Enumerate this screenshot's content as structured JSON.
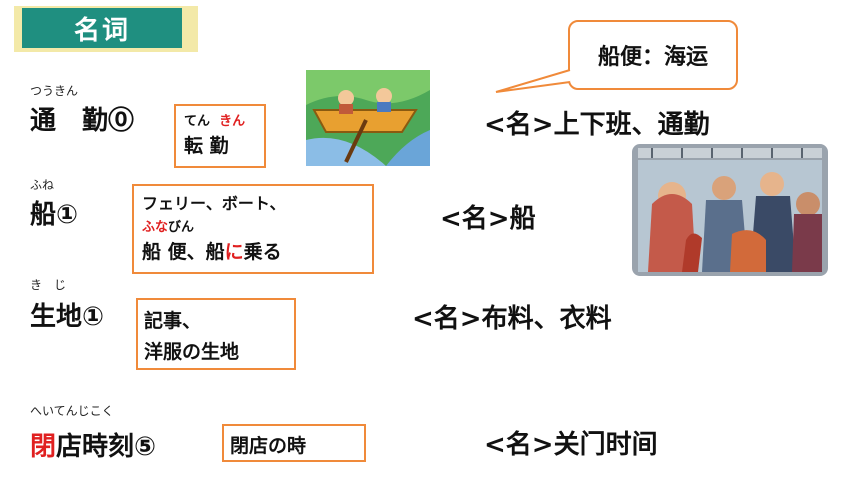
{
  "header": {
    "title": "名词"
  },
  "callout": {
    "text": "船便：海运"
  },
  "colors": {
    "accent_teal": "#1f8f80",
    "accent_orange": "#f08a3a",
    "highlight_red": "#e02020",
    "title_frame": "#f3e9a8"
  },
  "entries": [
    {
      "reading": "つうきん",
      "word": "通　勤",
      "accent": "⓪",
      "box": {
        "line1_a": "てん",
        "line1_b": "きん",
        "line2": "転 勤"
      },
      "meaning": "<名>上下班、通勤"
    },
    {
      "reading": "ふね",
      "word": "船",
      "accent": "①",
      "box": {
        "line1": "フェリー、ボート、",
        "line2_a": "ふな",
        "line2_b": "びん",
        "line3_a": "船 便、船",
        "line3_b": "に",
        "line3_c": "乗る"
      },
      "meaning": "<名>船"
    },
    {
      "reading": "き　じ",
      "word": "生地",
      "accent": "①",
      "box": {
        "line1": "記事、",
        "line2": "洋服の生地"
      },
      "meaning": "<名>布料、衣料"
    },
    {
      "reading": "へいてんじこく",
      "word_first": "閉",
      "word_rest": "店時刻",
      "accent": "⑤",
      "box": {
        "line1": "閉店の時"
      },
      "meaning": "<名>关门时间"
    }
  ],
  "images": {
    "boat": "boat-illustration",
    "train": "crowded-train-illustration"
  }
}
